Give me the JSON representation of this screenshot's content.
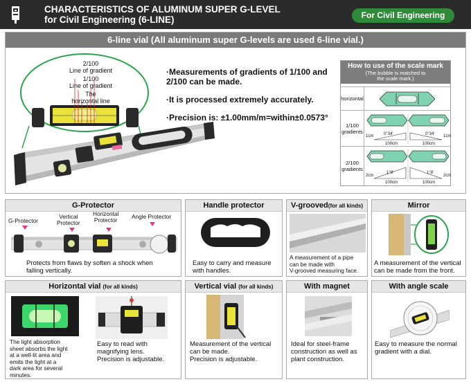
{
  "header": {
    "title_line1": "CHARACTERISTICS OF ALUMINUM SUPER G-LEVEL",
    "title_line2": "for Civil Engineering (6-LINE)",
    "badge": "For Civil Engineering",
    "logo_icon": "level-bubble-icon"
  },
  "top": {
    "banner": "6-line vial (All aluminum super G-levels are used 6-line vial.)",
    "callouts": {
      "grad200": "2/100",
      "grad200_sub": "Line of gradient",
      "grad100": "1/100",
      "grad100_sub": "Line of gradient",
      "horiz1": "The",
      "horiz2": "horizontal line"
    },
    "bullets": [
      "·Measurements of gradients of 1/100 and 2/100 can be made.",
      "·It is processed extremely accurately.",
      "·Precision is: ±1.00mm/m=within±0.0573°"
    ]
  },
  "scale": {
    "title": "How to use of the scale mark",
    "subtitle1": "(The bubble is matched to",
    "subtitle2": "the scale mark.)",
    "rows": [
      {
        "label": "horizontal"
      },
      {
        "label1": "1/100",
        "label2": "gradients",
        "rise": "1cm",
        "angle": "0°34'",
        "run": "100cm"
      },
      {
        "label1": "2/100",
        "label2": "gradients",
        "rise": "2cm",
        "angle": "1°8'",
        "run": "100cm"
      }
    ]
  },
  "features": {
    "gprotector": {
      "title": "G-Protector",
      "labels": [
        "G-Protector",
        "Vertical",
        "Protector",
        "Horizontal",
        "Protector",
        "Angle Protector"
      ],
      "caption1": "Protects from flaws by soften a shock when",
      "caption2": "falling vertically."
    },
    "handle": {
      "title": "Handle protector",
      "caption1": "Easy to carry and measure",
      "caption2": "with handles."
    },
    "vgroove": {
      "title": "V-grooved",
      "title_sm": "(for all kinds)",
      "caption1": "A measurement of a pipe",
      "caption2": "can be made with",
      "caption3": "V-grooved measuring face."
    },
    "mirror": {
      "title": "Mirror",
      "caption1": "A measurement of the vertical",
      "caption2": "can be made from the front."
    },
    "hvial": {
      "title": "Horizontal vial",
      "title_sm": "(for all kinds)",
      "caption_left": [
        "The light absorption",
        "sheet absorbs the light",
        "at a well-lit area and",
        "emits the light at a",
        "dark area for several",
        "minutes."
      ],
      "caption_right": [
        "Easy to read with",
        "magnifying lens.",
        "Precision is adjustable."
      ]
    },
    "vvial": {
      "title": "Vertical vial",
      "title_sm": "(for all kinds)",
      "caption1": "Measurement of the vertical",
      "caption2": "can be made.",
      "caption3": "Precision is adjustable."
    },
    "magnet": {
      "title": "With magnet",
      "caption1": "Ideal for steel-frame",
      "caption2": "construction as well as",
      "caption3": "plant construction."
    },
    "angle": {
      "title": "With angle scale",
      "caption1": "Easy to measure the normal",
      "caption2": "gradient with a dial."
    }
  },
  "colors": {
    "header_bg": "#2b2b2b",
    "badge_green": "#2f8a3a",
    "banner_gray": "#7a7a7a",
    "callout_green": "#2aa44a",
    "marker_pink": "#e8357f",
    "vial_yellow": "#e8e23a"
  }
}
